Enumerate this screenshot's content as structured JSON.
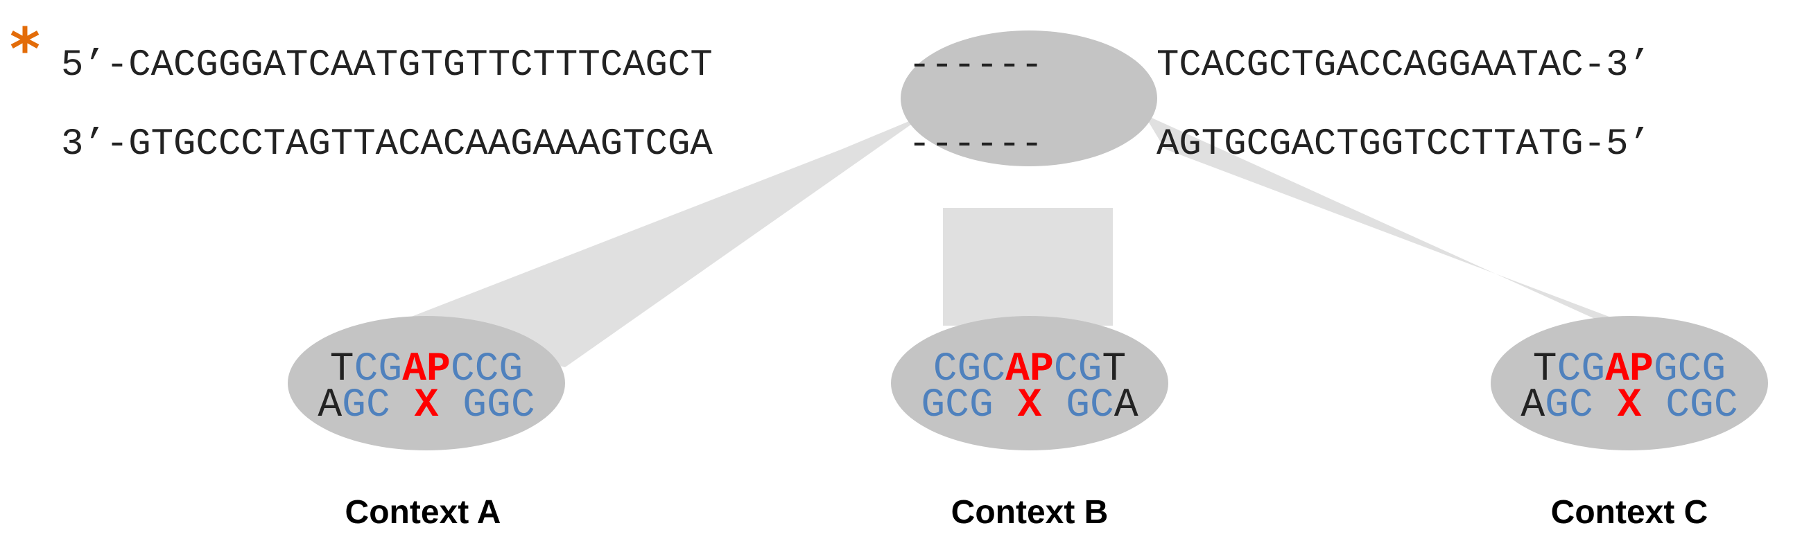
{
  "marker": {
    "symbol": "*",
    "color": "#E36C09"
  },
  "dna": {
    "top": {
      "left": "5’-CACGGGATCAATGTGTTCTTTCAGCT",
      "gap": "------",
      "right": "TCACGCTGACCAGGAATAC-3’"
    },
    "bottom": {
      "left": "3’-GTGCCCTAGTTACACAAGAAAGTCGA",
      "gap": "------",
      "right": "AGTGCGACTGGTCCTTATG-5’"
    }
  },
  "colors": {
    "flanking_base": "#4F81BD",
    "lesion": "#FF0000",
    "variable_base": "#222222",
    "bubble": "#C4C4C4",
    "connector": "#E0E0E0"
  },
  "contexts": [
    {
      "label": "Context A",
      "top": [
        {
          "text": "T",
          "role": "variable"
        },
        {
          "text": "CG",
          "role": "flanking"
        },
        {
          "text": "AP",
          "role": "lesion"
        },
        {
          "text": "CCG",
          "role": "flanking"
        }
      ],
      "bottom": [
        {
          "text": "A",
          "role": "variable"
        },
        {
          "text": "GC",
          "role": "flanking"
        },
        {
          "text": " ",
          "role": "space"
        },
        {
          "text": "X",
          "role": "lesion"
        },
        {
          "text": " ",
          "role": "space"
        },
        {
          "text": "GGC",
          "role": "flanking"
        }
      ]
    },
    {
      "label": "Context B",
      "top": [
        {
          "text": "CGC",
          "role": "flanking"
        },
        {
          "text": "AP",
          "role": "lesion"
        },
        {
          "text": "CG",
          "role": "flanking"
        },
        {
          "text": "T",
          "role": "variable"
        }
      ],
      "bottom": [
        {
          "text": "GCG",
          "role": "flanking"
        },
        {
          "text": " ",
          "role": "space"
        },
        {
          "text": "X",
          "role": "lesion"
        },
        {
          "text": " ",
          "role": "space"
        },
        {
          "text": "GC",
          "role": "flanking"
        },
        {
          "text": "A",
          "role": "variable"
        }
      ]
    },
    {
      "label": "Context C",
      "top": [
        {
          "text": "T",
          "role": "variable"
        },
        {
          "text": "CG",
          "role": "flanking"
        },
        {
          "text": "AP",
          "role": "lesion"
        },
        {
          "text": "GCG",
          "role": "flanking"
        }
      ],
      "bottom": [
        {
          "text": "A",
          "role": "variable"
        },
        {
          "text": "GC",
          "role": "flanking"
        },
        {
          "text": " ",
          "role": "space"
        },
        {
          "text": "X",
          "role": "lesion"
        },
        {
          "text": " ",
          "role": "space"
        },
        {
          "text": "CGC",
          "role": "flanking"
        }
      ]
    }
  ]
}
